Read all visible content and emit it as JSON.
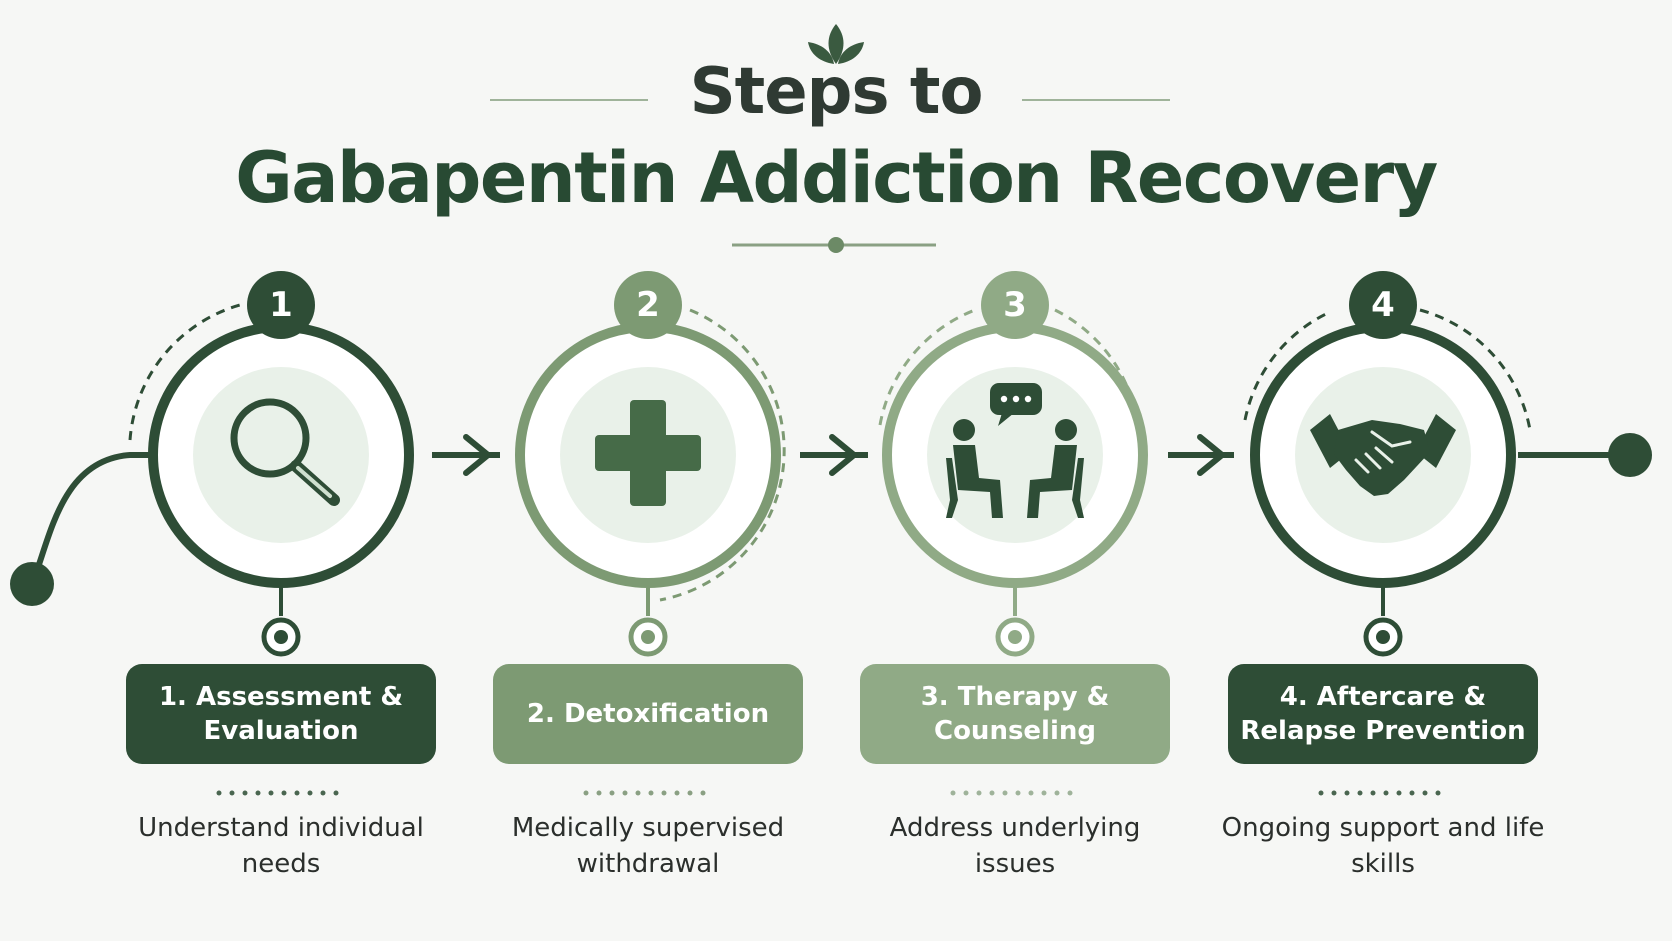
{
  "title": {
    "line1": "Steps to",
    "line2": "Gabapentin Addiction Recovery"
  },
  "colors": {
    "dark": "#2e4d36",
    "mid": "#7d9a73",
    "light": "#90aa86",
    "icon_bg": "#e9f1e9",
    "background": "#f6f7f5"
  },
  "steps": [
    {
      "number": "1",
      "label": "1. Assessment & Evaluation",
      "description": "Understand individual needs",
      "icon": "magnifier-icon",
      "color": "#2e4d36"
    },
    {
      "number": "2",
      "label": "2. Detoxification",
      "description": "Medically supervised withdrawal",
      "icon": "medical-cross-icon",
      "color": "#7d9a73"
    },
    {
      "number": "3",
      "label": "3. Therapy & Counseling",
      "description": "Address underlying issues",
      "icon": "counseling-icon",
      "color": "#90aa86"
    },
    {
      "number": "4",
      "label": "4. Aftercare & Relapse Prevention",
      "description": "Ongoing support and life skills",
      "icon": "handshake-icon",
      "color": "#2e4d36"
    }
  ]
}
